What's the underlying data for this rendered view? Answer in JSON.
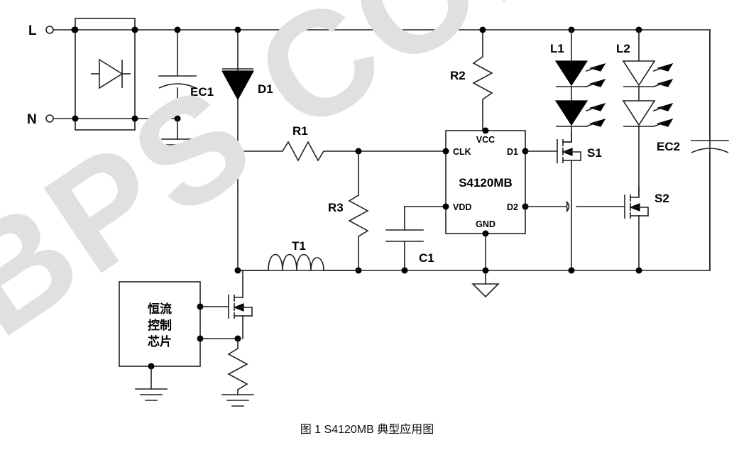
{
  "figure": {
    "caption": "图 1 S4120MB 典型应用图",
    "watermark": "BPS CONF"
  },
  "terminals": [
    {
      "name": "line",
      "label": "L"
    },
    {
      "name": "neutral",
      "label": "N"
    }
  ],
  "ic": {
    "part_number": "S4120MB",
    "pins": {
      "vcc": "VCC",
      "clk": "CLK",
      "vdd": "VDD",
      "gnd": "GND",
      "d1": "D1",
      "d2": "D2"
    }
  },
  "components": [
    {
      "ref": "EC1",
      "type": "capacitor-polarized"
    },
    {
      "ref": "EC2",
      "type": "capacitor-polarized"
    },
    {
      "ref": "C1",
      "type": "capacitor"
    },
    {
      "ref": "D1",
      "type": "diode"
    },
    {
      "ref": "R1",
      "type": "resistor"
    },
    {
      "ref": "R2",
      "type": "resistor"
    },
    {
      "ref": "R3",
      "type": "resistor"
    },
    {
      "ref": "T1",
      "type": "inductor"
    },
    {
      "ref": "L1",
      "type": "led-string-filled"
    },
    {
      "ref": "L2",
      "type": "led-string-open"
    },
    {
      "ref": "S1",
      "type": "mosfet-n"
    },
    {
      "ref": "S2",
      "type": "mosfet-n"
    }
  ],
  "labels": {
    "ec1": "EC1",
    "ec2": "EC2",
    "c1": "C1",
    "d1": "D1",
    "r1": "R1",
    "r2": "R2",
    "r3": "R3",
    "t1": "T1",
    "l1": "L1",
    "l2": "L2",
    "s1": "S1",
    "s2": "S2"
  },
  "driver_block": {
    "line1": "恒流",
    "line2": "控制",
    "line3": "芯片"
  },
  "colors": {
    "wire": "#231f20",
    "label": "#000000",
    "watermark": "#e0e0e0",
    "background": "#ffffff"
  }
}
